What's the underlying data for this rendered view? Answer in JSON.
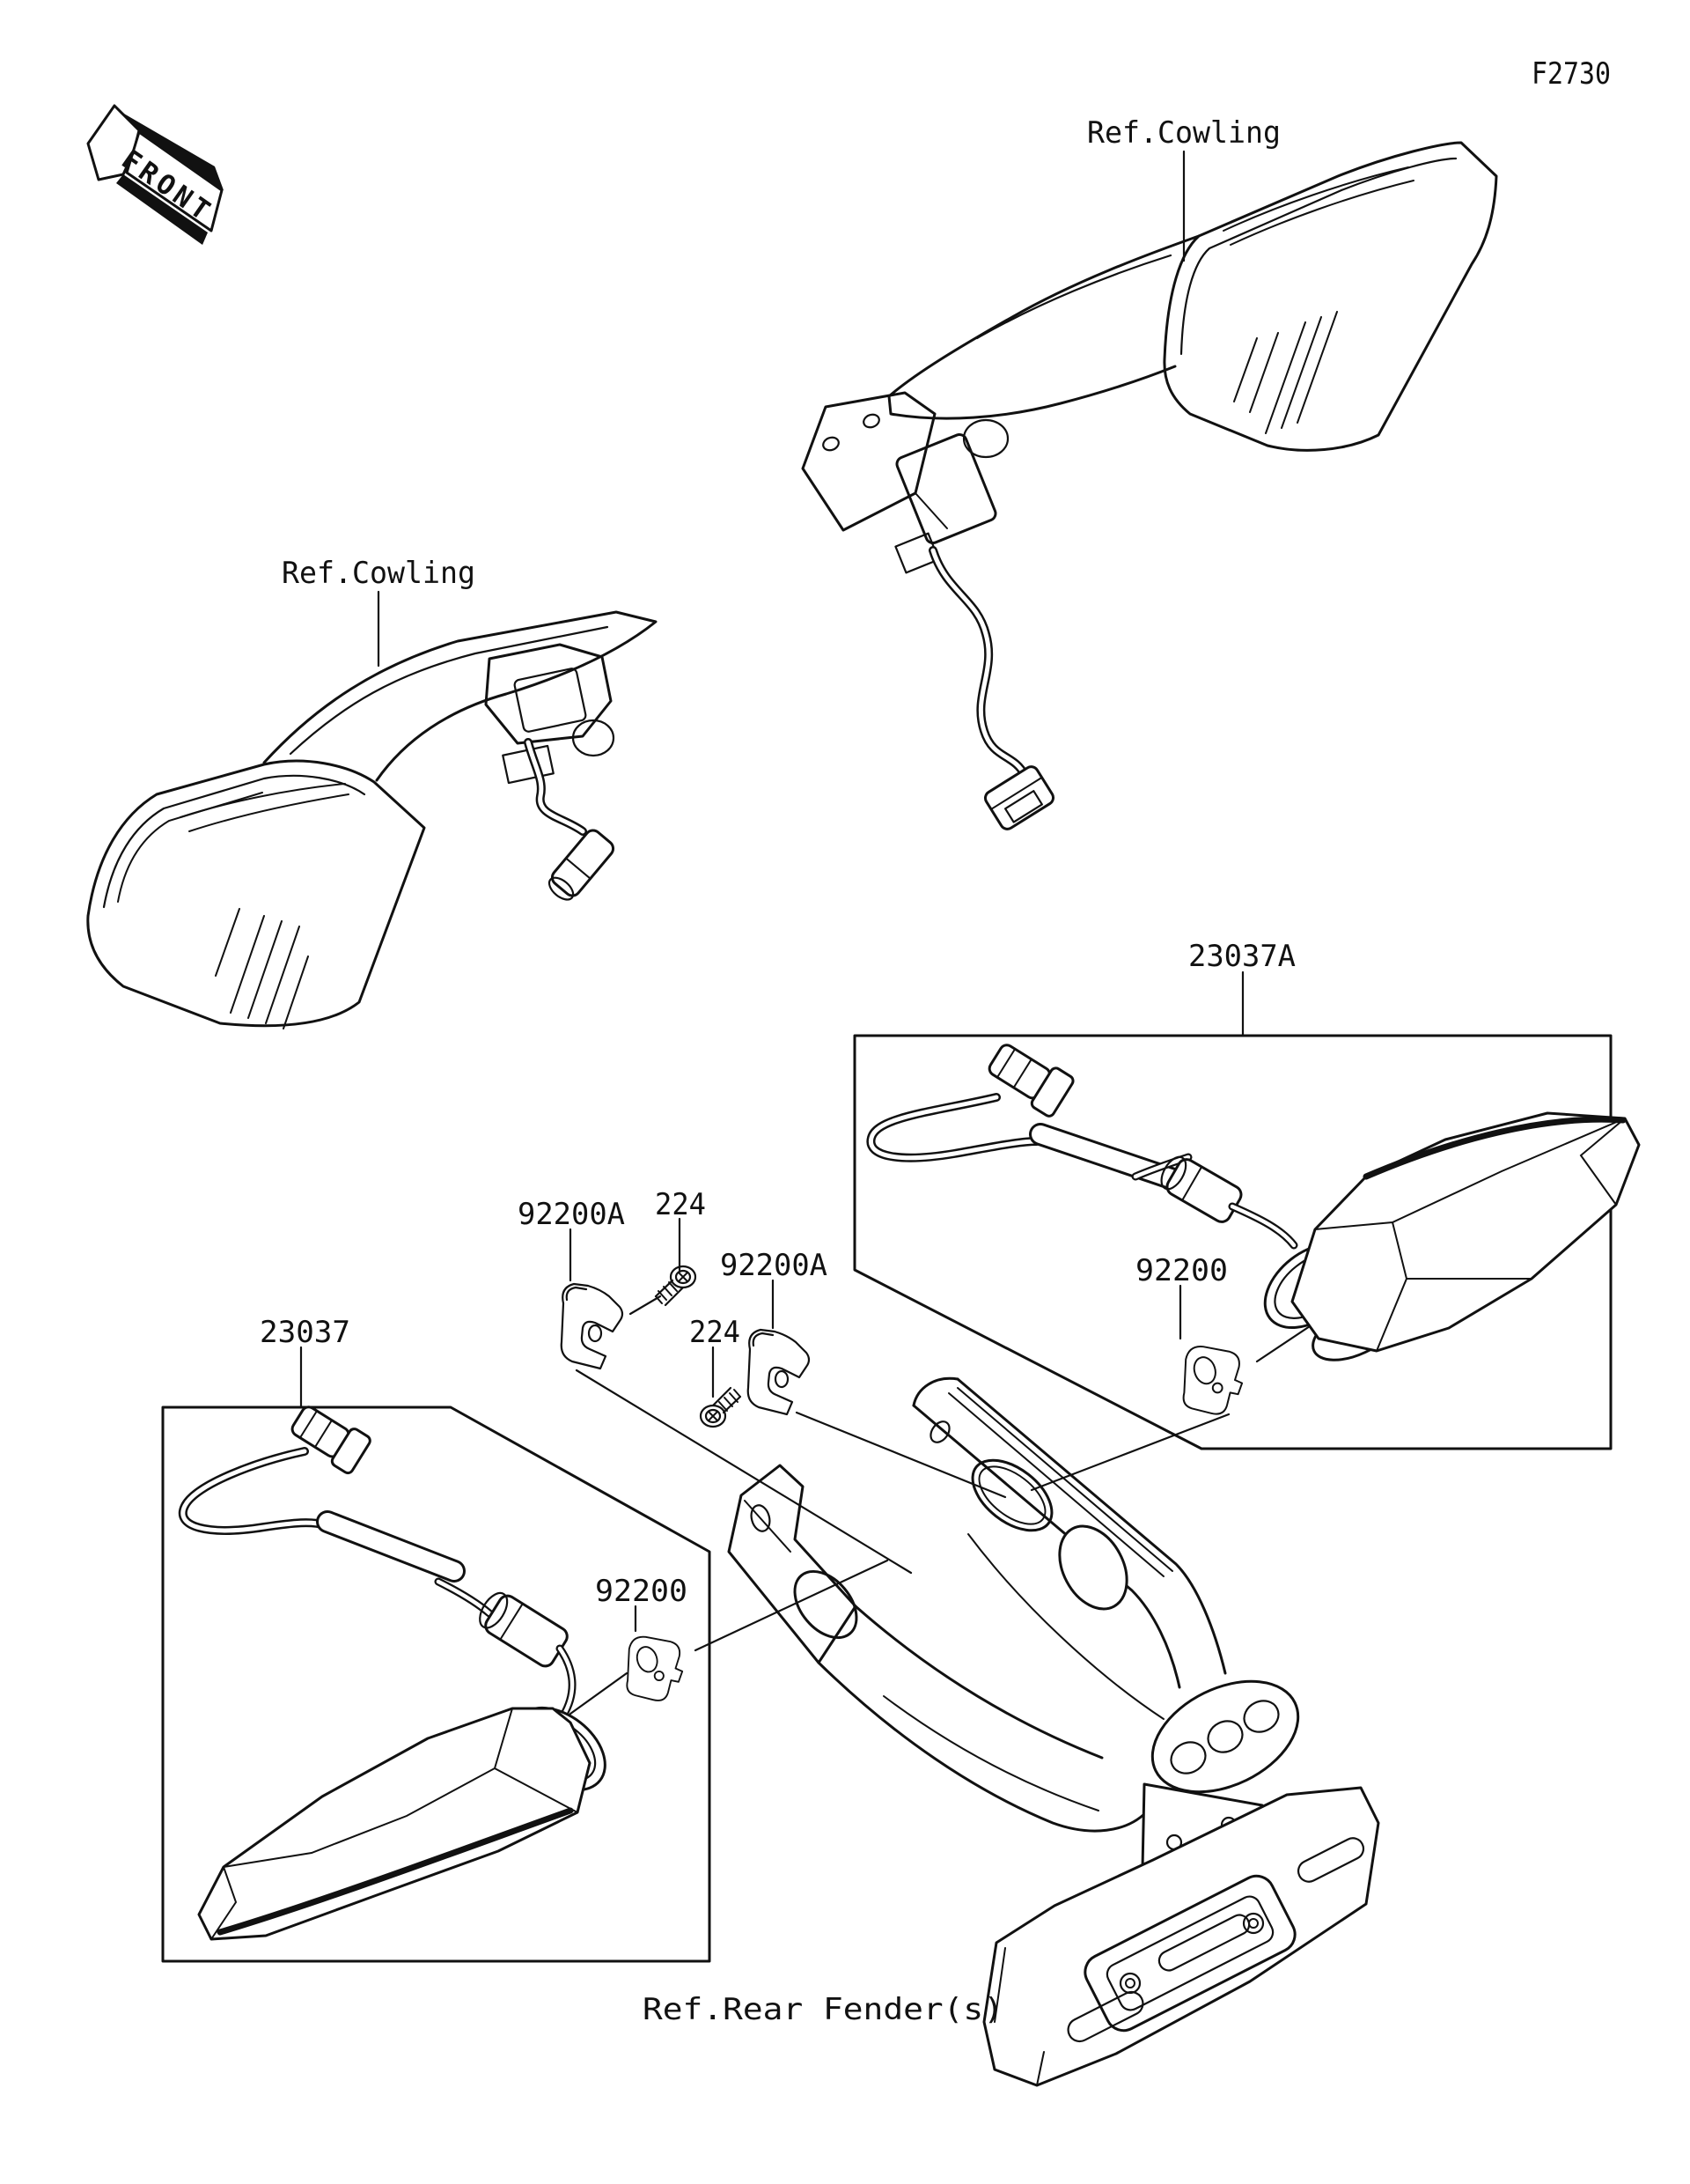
{
  "page": {
    "code": "F2730",
    "background_color": "#ffffff",
    "line_color": "#111111",
    "description_visible_parts": [
      "23037",
      "23037A",
      "224",
      "92200",
      "92200A"
    ]
  },
  "front_marker": {
    "label": "FRONT"
  },
  "labels": {
    "ref_cowling_right": "Ref.Cowling",
    "ref_cowling_left": "Ref.Cowling",
    "p23037a": "23037A",
    "p23037": "23037",
    "p92200a_1": "92200A",
    "p224_1": "224",
    "p92200a_2": "92200A",
    "p224_2": "224",
    "p92200_right": "92200",
    "p92200_left": "92200",
    "ref_rear_fender": "Ref.Rear Fender(s)"
  }
}
